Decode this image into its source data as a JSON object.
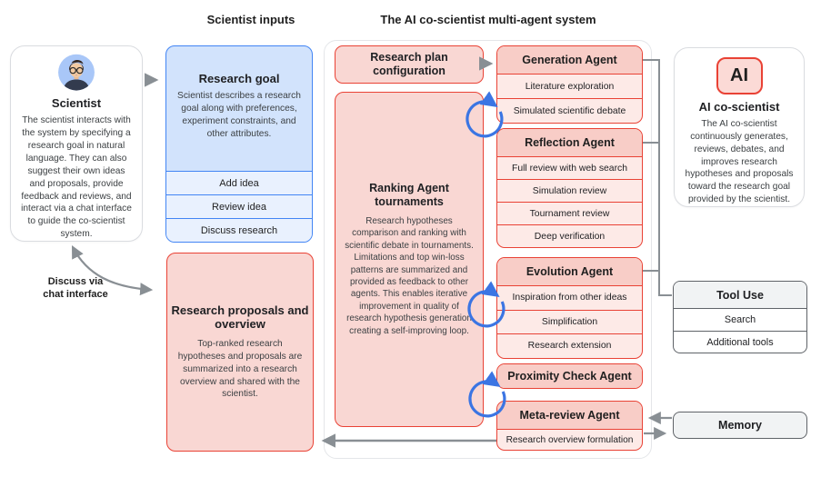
{
  "headers": {
    "scientist_inputs": "Scientist inputs",
    "multi_agent_system": "The AI co-scientist multi-agent system"
  },
  "scientist_card": {
    "title": "Scientist",
    "body": "The scientist interacts with the system by specifying a research goal in natural language. They can also suggest their own ideas and proposals, provide feedback and reviews, and interact via a chat interface to guide the co-scientist system."
  },
  "chat_arrow_label": {
    "line1": "Discuss via",
    "line2": "chat interface"
  },
  "research_goal": {
    "title": "Research goal",
    "body": "Scientist describes a research goal along with preferences, experiment constraints, and other attributes.",
    "actions": [
      "Add idea",
      "Review idea",
      "Discuss research"
    ]
  },
  "research_proposals": {
    "title": "Research proposals and overview",
    "body": "Top-ranked research hypotheses and proposals are summarized into a research overview and shared with the scientist."
  },
  "plan_configuration": {
    "title": "Research plan configuration"
  },
  "ranking_tournaments": {
    "title": "Ranking Agent tournaments",
    "body": "Research hypotheses comparison and ranking with scientific debate in tournaments. Limitations and top win-loss patterns are summarized and provided as feedback to other agents. This enables iterative improvement in quality of research hypothesis generation creating a self-improving loop."
  },
  "agents": [
    {
      "name": "Generation Agent",
      "items": [
        "Literature exploration",
        "Simulated scientific debate"
      ]
    },
    {
      "name": "Reflection Agent",
      "items": [
        "Full review with web search",
        "Simulation review",
        "Tournament review",
        "Deep verification"
      ]
    },
    {
      "name": "Evolution Agent",
      "items": [
        "Inspiration from other ideas",
        "Simplification",
        "Research extension"
      ]
    },
    {
      "name": "Proximity Check Agent",
      "items": []
    },
    {
      "name": "Meta-review Agent",
      "items": [
        "Research overview formulation"
      ]
    }
  ],
  "ai_card": {
    "logo": "AI",
    "title": "AI co-scientist",
    "body": "The AI co-scientist continuously generates, reviews, debates, and improves research hypotheses and proposals toward the research goal provided by the scientist."
  },
  "tool_use": {
    "title": "Tool Use",
    "items": [
      "Search",
      "Additional tools"
    ]
  },
  "memory": {
    "title": "Memory"
  },
  "icons": {
    "scientist_avatar": "scientist-avatar-icon",
    "ai_logo": "ai-logo-icon",
    "feedback_loop": "blue-loop-arrow-icon"
  },
  "colors": {
    "red_border": "#e94235",
    "pink_fill": "#f9d7d3",
    "pink_header": "#f8cdc7",
    "pink_row": "#fdeae7",
    "blue_border": "#4285f4",
    "blue_fill": "#d2e3fc",
    "blue_row": "#e9f1fe",
    "card_border": "#dadce0",
    "dark_gray_border": "#5f6368",
    "gray_fill": "#f1f3f4",
    "arrow_gray": "#898f94",
    "loop_blue": "#3b75e3"
  }
}
